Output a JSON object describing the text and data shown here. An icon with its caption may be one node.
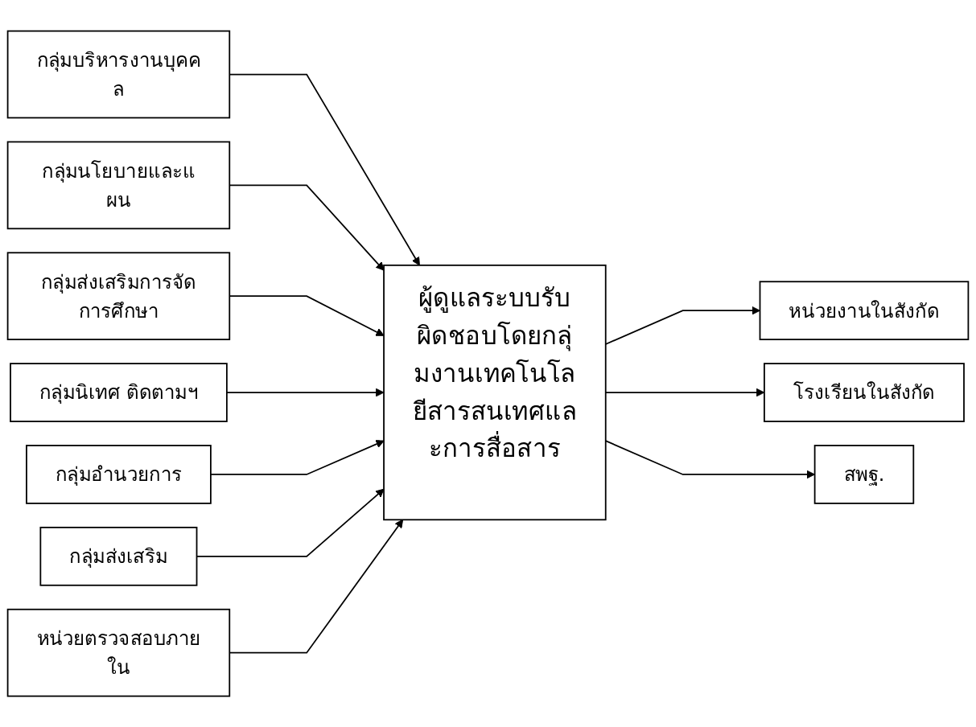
{
  "diagram": {
    "nodes": [
      {
        "text": [
          "กลุ่มบริหารงานบุคคล"
        ]
      },
      {
        "text": [
          "กลุ่มนโยบายและแผน"
        ]
      },
      {
        "text": [
          "กลุ่มส่งเสริมการจัดการศึกษา"
        ]
      },
      {
        "text": [
          "กลุ่มนิเทศ ติดตามฯ"
        ]
      },
      {
        "text": [
          "กลุ่มอำนวยการ"
        ]
      },
      {
        "text": [
          "กลุ่มส่งเสริม"
        ]
      },
      {
        "text": [
          "หน่วยตรวจสอบภายใน"
        ]
      },
      {
        "text": [
          "ผู้ดูแลระบบรับผิดชอบโดยกลุ่มงานเทคโนโลยีสารสนเทศและการสื่อสาร"
        ]
      },
      {
        "text": [
          "หน่วยงานในสังกัด"
        ]
      },
      {
        "text": [
          "โรงเรียนในสังกัด"
        ]
      },
      {
        "text": [
          "สพฐ."
        ]
      }
    ],
    "edges": [
      {
        "from": 0,
        "to": 7,
        "arrow": "to"
      },
      {
        "from": 1,
        "to": 7,
        "arrow": "to"
      },
      {
        "from": 2,
        "to": 7,
        "arrow": "to"
      },
      {
        "from": 3,
        "to": 7,
        "arrow": "to"
      },
      {
        "from": 4,
        "to": 7,
        "arrow": "to"
      },
      {
        "from": 5,
        "to": 7,
        "arrow": "to"
      },
      {
        "from": 6,
        "to": 7,
        "arrow": "to"
      },
      {
        "from": 7,
        "to": 8,
        "arrow": "to"
      },
      {
        "from": 7,
        "to": 9,
        "arrow": "to"
      },
      {
        "from": 7,
        "to": 10,
        "arrow": "to"
      }
    ]
  }
}
